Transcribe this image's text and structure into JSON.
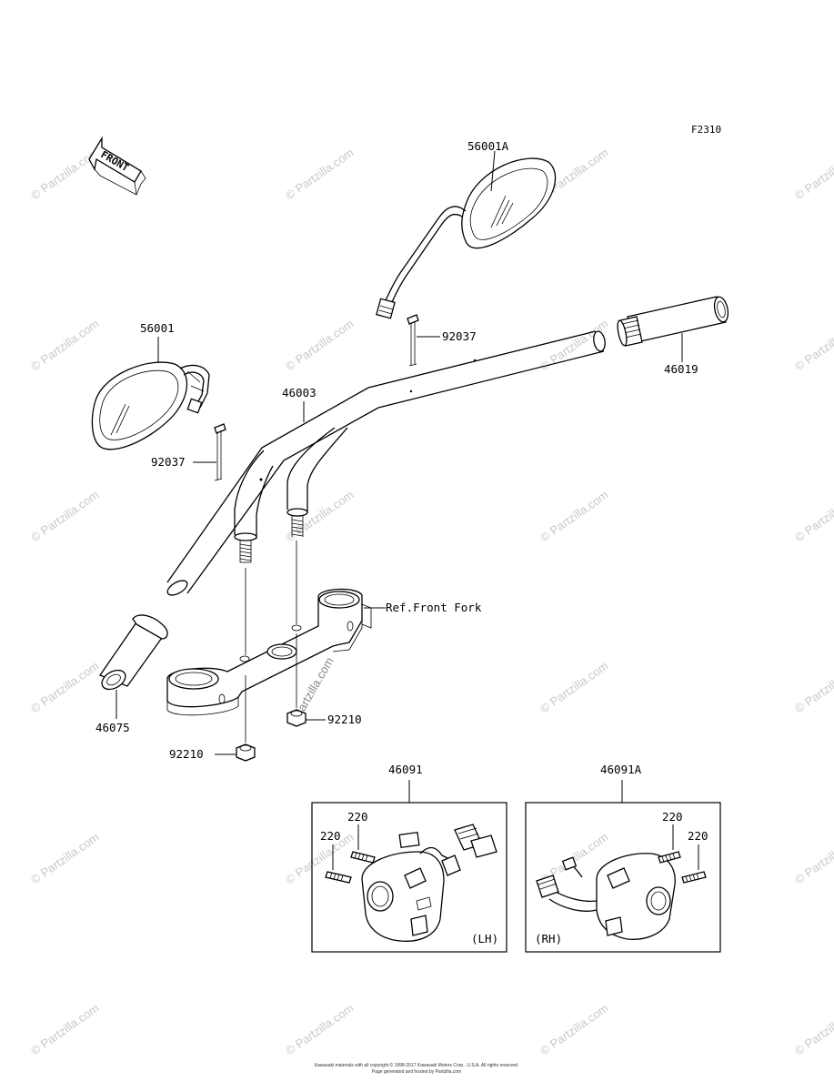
{
  "figure_code": "F2310",
  "front_label": "FRONT",
  "ref_label": "Ref.Front Fork",
  "callouts": {
    "mirror_right": "56001A",
    "mirror_left": "56001",
    "bolt_top": "92037",
    "bolt_left": "92037",
    "grip_right": "46019",
    "handlebar": "46003",
    "grip_left": "46075",
    "nut_right": "92210",
    "nut_left": "92210",
    "switch_lh": "46091",
    "switch_rh": "46091A",
    "screw_lh_1": "220",
    "screw_lh_2": "220",
    "screw_rh_1": "220",
    "screw_rh_2": "220"
  },
  "box_lh_label": "(LH)",
  "box_rh_label": "(RH)",
  "watermark": "© Partzilla.com",
  "center_watermark": "Partzilla.com",
  "footer_line1": "Kawasaki materials with all copyright © 1998-2017 Kawasaki Motors Corp., U.S.A. All rights reserved.",
  "footer_line2": "Page generated and hosted by Partzilla.com"
}
